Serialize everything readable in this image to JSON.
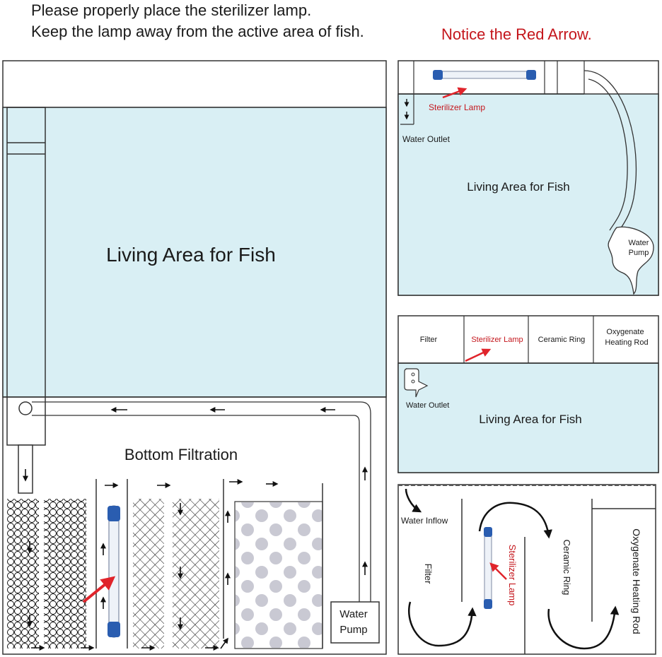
{
  "header": {
    "line1": "Please properly place the sterilizer lamp.",
    "line2": "Keep the lamp away from the active area of fish.",
    "notice": "Notice the Red Arrow."
  },
  "main_panel": {
    "living_area": "Living Area for Fish",
    "bottom_filtration": "Bottom Filtration",
    "pump_line1": "Water",
    "pump_line2": "Pump"
  },
  "top_right_panel": {
    "sterilizer": "Sterilizer Lamp",
    "outlet": "Water Outlet",
    "living_area": "Living Area for Fish",
    "pump_line1": "Water",
    "pump_line2": "Pump"
  },
  "mid_right_panel": {
    "compartments": [
      "Filter",
      "Sterilizer Lamp",
      "Ceramic Ring",
      "Oxygenate",
      "Heating Rod"
    ],
    "outlet": "Water Outlet",
    "living_area": "Living Area for Fish"
  },
  "bottom_right_panel": {
    "inflow": "Water Inflow",
    "filter": "Filter",
    "sterilizer": "Sterilizer Lamp",
    "ceramic": "Ceramic Ring",
    "oxygenate": "Oxygenate Heating Rod"
  },
  "colors": {
    "water": "#d9eff4",
    "notice_red": "#c4161c",
    "lamp_blue": "#2a5db0",
    "dot_gray": "#c9c9d3"
  }
}
